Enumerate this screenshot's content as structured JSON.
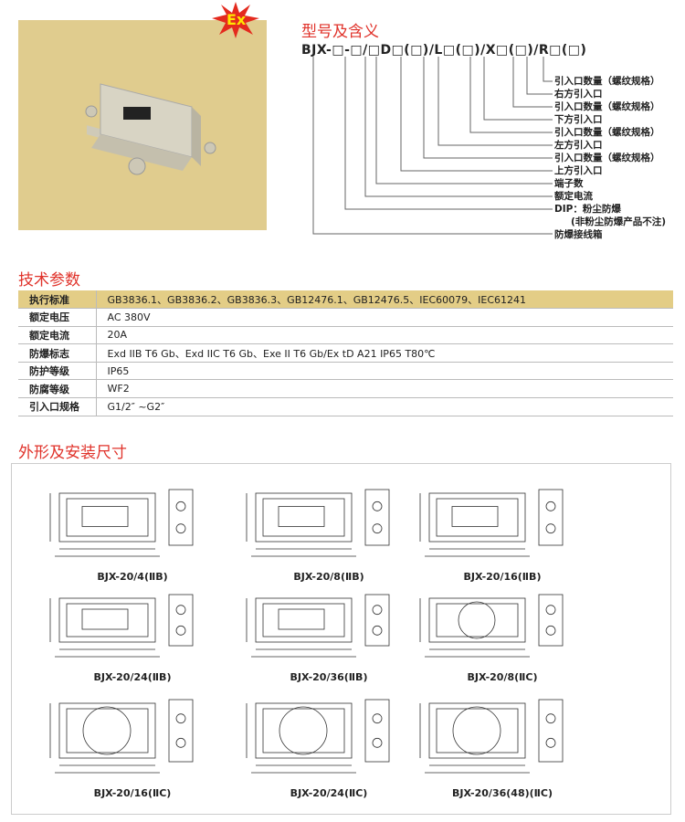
{
  "badge": {
    "text": "Ex"
  },
  "model": {
    "title": "型号及含义",
    "code": "BJX-□-□/□D□(□)/L□(□)/X□(□)/R□(□)",
    "labels": [
      "引入口数量（螺纹规格）",
      "右方引入口",
      "引入口数量（螺纹规格）",
      "下方引入口",
      "引入口数量（螺纹规格）",
      "左方引入口",
      "引入口数量（螺纹规格）",
      "上方引入口",
      "端子数",
      "额定电流",
      "DIP：粉尘防爆",
      "(非粉尘防爆产品不注)",
      "防爆接线箱"
    ]
  },
  "specs": {
    "title": "技术参数",
    "rows": [
      {
        "k": "执行标准",
        "v": "GB3836.1、GB3836.2、GB3836.3、GB12476.1、GB12476.5、IEC60079、IEC61241"
      },
      {
        "k": "额定电压",
        "v": "AC 380V"
      },
      {
        "k": "额定电流",
        "v": "20A"
      },
      {
        "k": "防爆标志",
        "v": "Exd IIB T6 Gb、Exd IIC T6 Gb、Exe II T6 Gb/Ex tD A21 IP65 T80℃"
      },
      {
        "k": "防护等级",
        "v": "IP65"
      },
      {
        "k": "防腐等级",
        "v": "WF2"
      },
      {
        "k": "引入口规格",
        "v": "G1/2″ ~G2″"
      }
    ]
  },
  "dims": {
    "title": "外形及安装尺寸",
    "models": [
      "BJX-20/4(ⅡB)",
      "BJX-20/8(ⅡB)",
      "BJX-20/16(ⅡB)",
      "BJX-20/24(ⅡB)",
      "BJX-20/36(ⅡB)",
      "BJX-20/8(ⅡC)",
      "BJX-20/16(ⅡC)",
      "BJX-20/24(ⅡC)",
      "BJX-20/36(48)(ⅡC)"
    ]
  }
}
